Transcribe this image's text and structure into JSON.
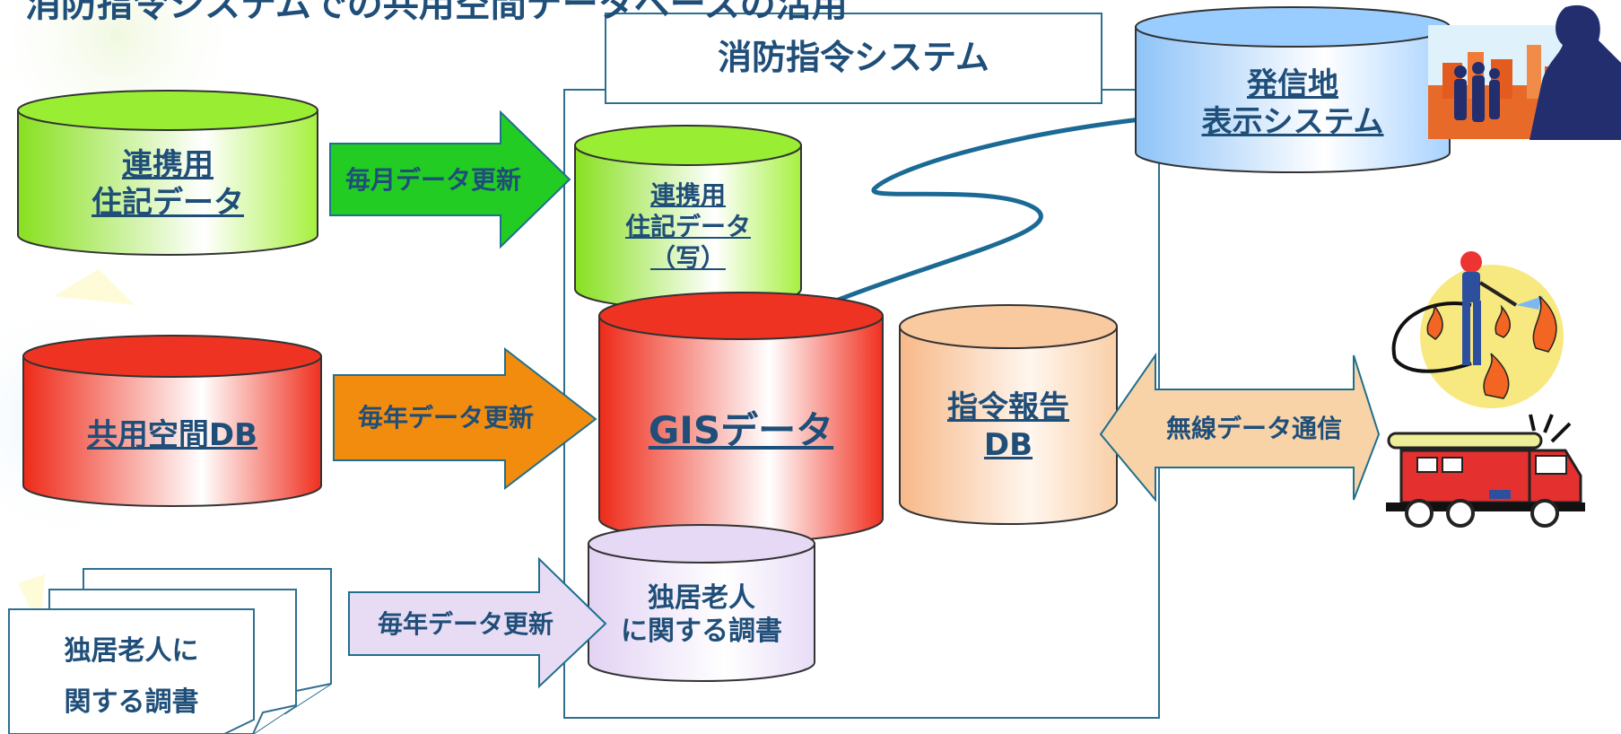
{
  "page": {
    "title": "消防指令システムでの共用空間データベースの活用"
  },
  "system": {
    "title": "消防指令システム"
  },
  "databases": {
    "renkei_source": [
      "連携用",
      "住記データ"
    ],
    "kyoyo_db": [
      "共用空間DB"
    ],
    "renkei_copy": [
      "連携用",
      "住記データ",
      "（写）"
    ],
    "gis": [
      "GISデータ"
    ],
    "shirei": [
      "指令報告",
      "DB"
    ],
    "hasshinchi": [
      "発信地",
      "表示システム"
    ],
    "dokkyo_db": [
      "独居老人",
      "に関する調書"
    ]
  },
  "arrows": {
    "monthly": "毎月データ更新",
    "yearly_gis": "毎年データ更新",
    "yearly_elder": "毎年データ更新",
    "radio": "無線データ通信"
  },
  "documents": {
    "elder_report": [
      "独居老人に",
      "関する調書"
    ]
  },
  "colors": {
    "text": "#1f4e79",
    "outline": "#2e6f8e",
    "link_curve": "#1b6a96",
    "green_arrow": "#22cc22",
    "orange_arrow": "#f28c0f",
    "lavender_arrow": "#e8dcf5",
    "peach_arrow": "#f8d3a8",
    "db_green": "#99ee33",
    "db_red": "#ee3322",
    "db_peach": "#f9c9a0",
    "db_blue": "#99ccff",
    "db_lavender": "#e6d9f5"
  },
  "icons": [
    "office-workers-icon",
    "firefighter-icon",
    "fire-truck-icon"
  ]
}
